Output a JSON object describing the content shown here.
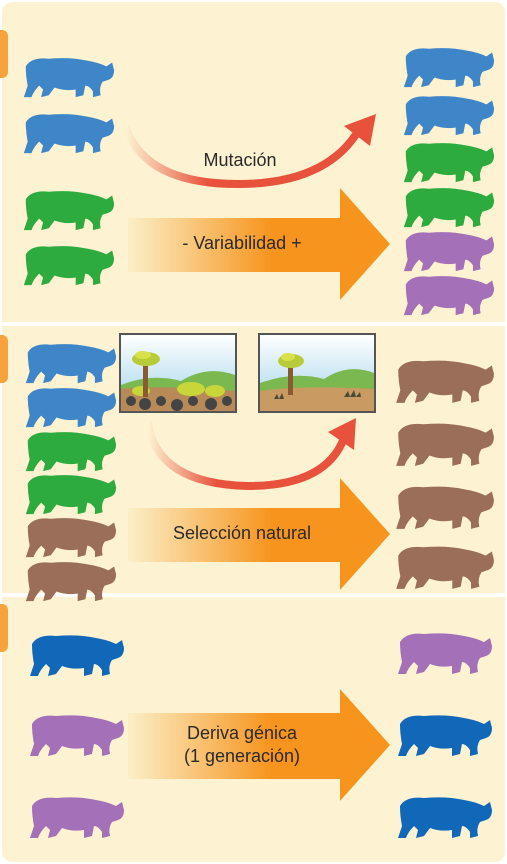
{
  "panel": {
    "background": "#fdf3d2"
  },
  "colors": {
    "azul": "#3f86c8",
    "verde": "#2eab3e",
    "morado": "#a470b8",
    "marron": "#9a6e58",
    "azul_oscuro": "#1268b8",
    "flecha": "#f7941d",
    "curva": "#e8523c"
  },
  "sections": {
    "mutacion": {
      "curve_label": "Mutación",
      "arrow_label": "- Variabilidad +",
      "left": [
        "azul",
        "azul",
        "verde",
        "verde"
      ],
      "right": [
        "azul",
        "azul",
        "verde",
        "verde",
        "morado",
        "morado"
      ]
    },
    "seleccion": {
      "arrow_label": "Selección natural",
      "scenes": [
        "escena-vegetacion-densa",
        "escena-arbol-solitario"
      ],
      "left": [
        "azul",
        "azul",
        "verde",
        "verde",
        "marron",
        "marron"
      ],
      "right": [
        "marron",
        "marron",
        "marron",
        "marron"
      ]
    },
    "deriva": {
      "arrow_label": "Deriva génica\n(1 generación)",
      "left": [
        "azul_oscuro",
        "morado",
        "morado"
      ],
      "right": [
        "morado",
        "azul_oscuro",
        "azul_oscuro"
      ]
    }
  }
}
